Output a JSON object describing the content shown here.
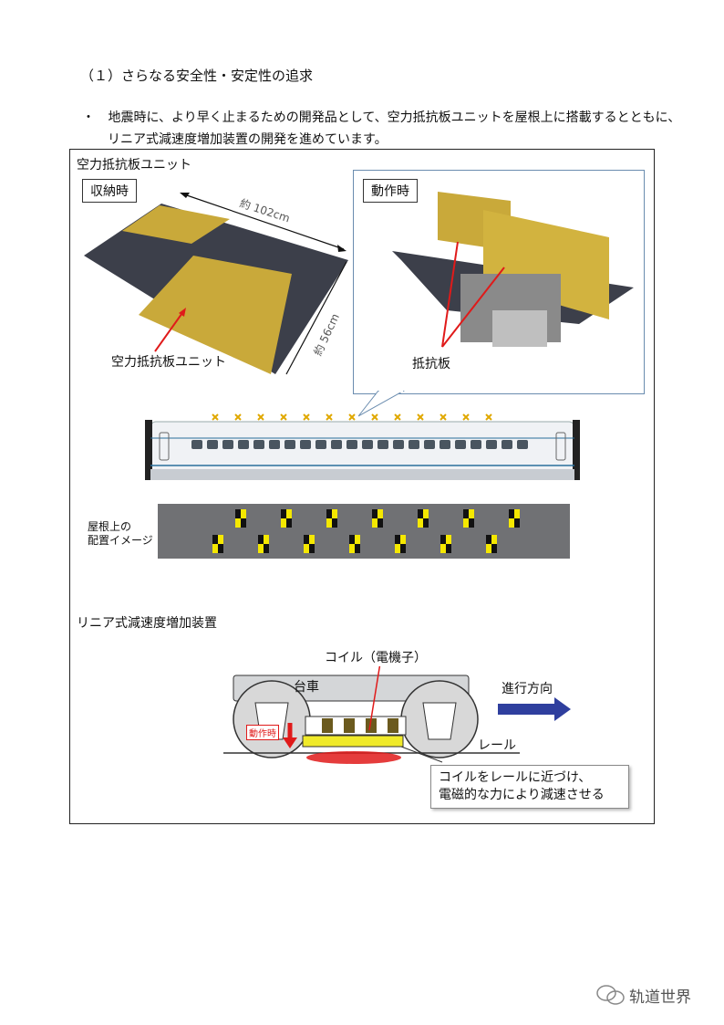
{
  "heading": "（１）さらなる安全性・安定性の追求",
  "bullet": {
    "mark": "・",
    "line1": "地震時に、より早く止まるための開発品として、空力抵抗板ユニットを屋根上に搭載するとともに、",
    "line2": "リニア式減速度増加装置の開発を進めています。"
  },
  "section1": {
    "title": "空力抵抗板ユニット",
    "stowed_label": "収納時",
    "length_label": "約 102cm",
    "width_label": "約 56cm",
    "unit_label": "空力抵抗板ユニット",
    "active_label": "動作時",
    "plate_label": "抵抗板",
    "roof_label_line1": "屋根上の",
    "roof_label_line2": "配置イメージ"
  },
  "section2": {
    "title": "リニア式減速度増加装置",
    "coil_label": "コイル（電機子）",
    "bogie_label": "台車",
    "direction_label": "進行方向",
    "active_tag": "動作時",
    "rail_label": "レール",
    "note_line1": "コイルをレールに近づけ、",
    "note_line2": "電磁的な力により減速させる"
  },
  "watermark": "轨道世界",
  "colors": {
    "plate": "#c9a93a",
    "rail_dark": "#3c3f4a",
    "arrow_red": "#e01a1a",
    "callout_border": "#6a8caf",
    "marker_yellow": "#f5e800"
  }
}
